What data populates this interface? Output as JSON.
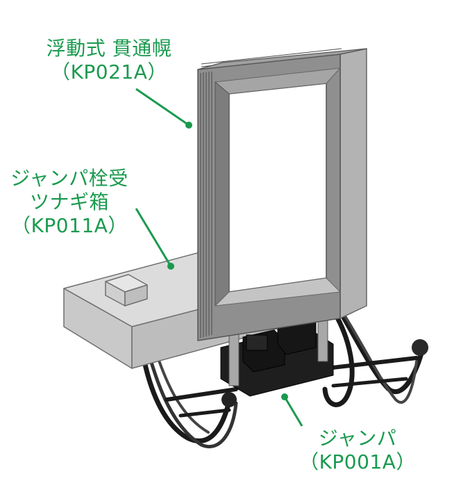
{
  "labels": {
    "bellows": {
      "line1": "浮動式 貫通幌",
      "line2": "（KP021A）"
    },
    "jumper_box": {
      "line1": "ジャンパ栓受",
      "line2": "ツナギ箱",
      "line3": "（KP011A）"
    },
    "jumper": {
      "line1": "ジャンパ",
      "line2": "（KP001A）"
    }
  },
  "colors": {
    "label_text": "#1a9a4e",
    "leader_line": "#1a9a4e",
    "frame_gray": "#9a9a9a",
    "plate_gray": "#d6d6d6",
    "cable_black": "#1a1a1a"
  }
}
